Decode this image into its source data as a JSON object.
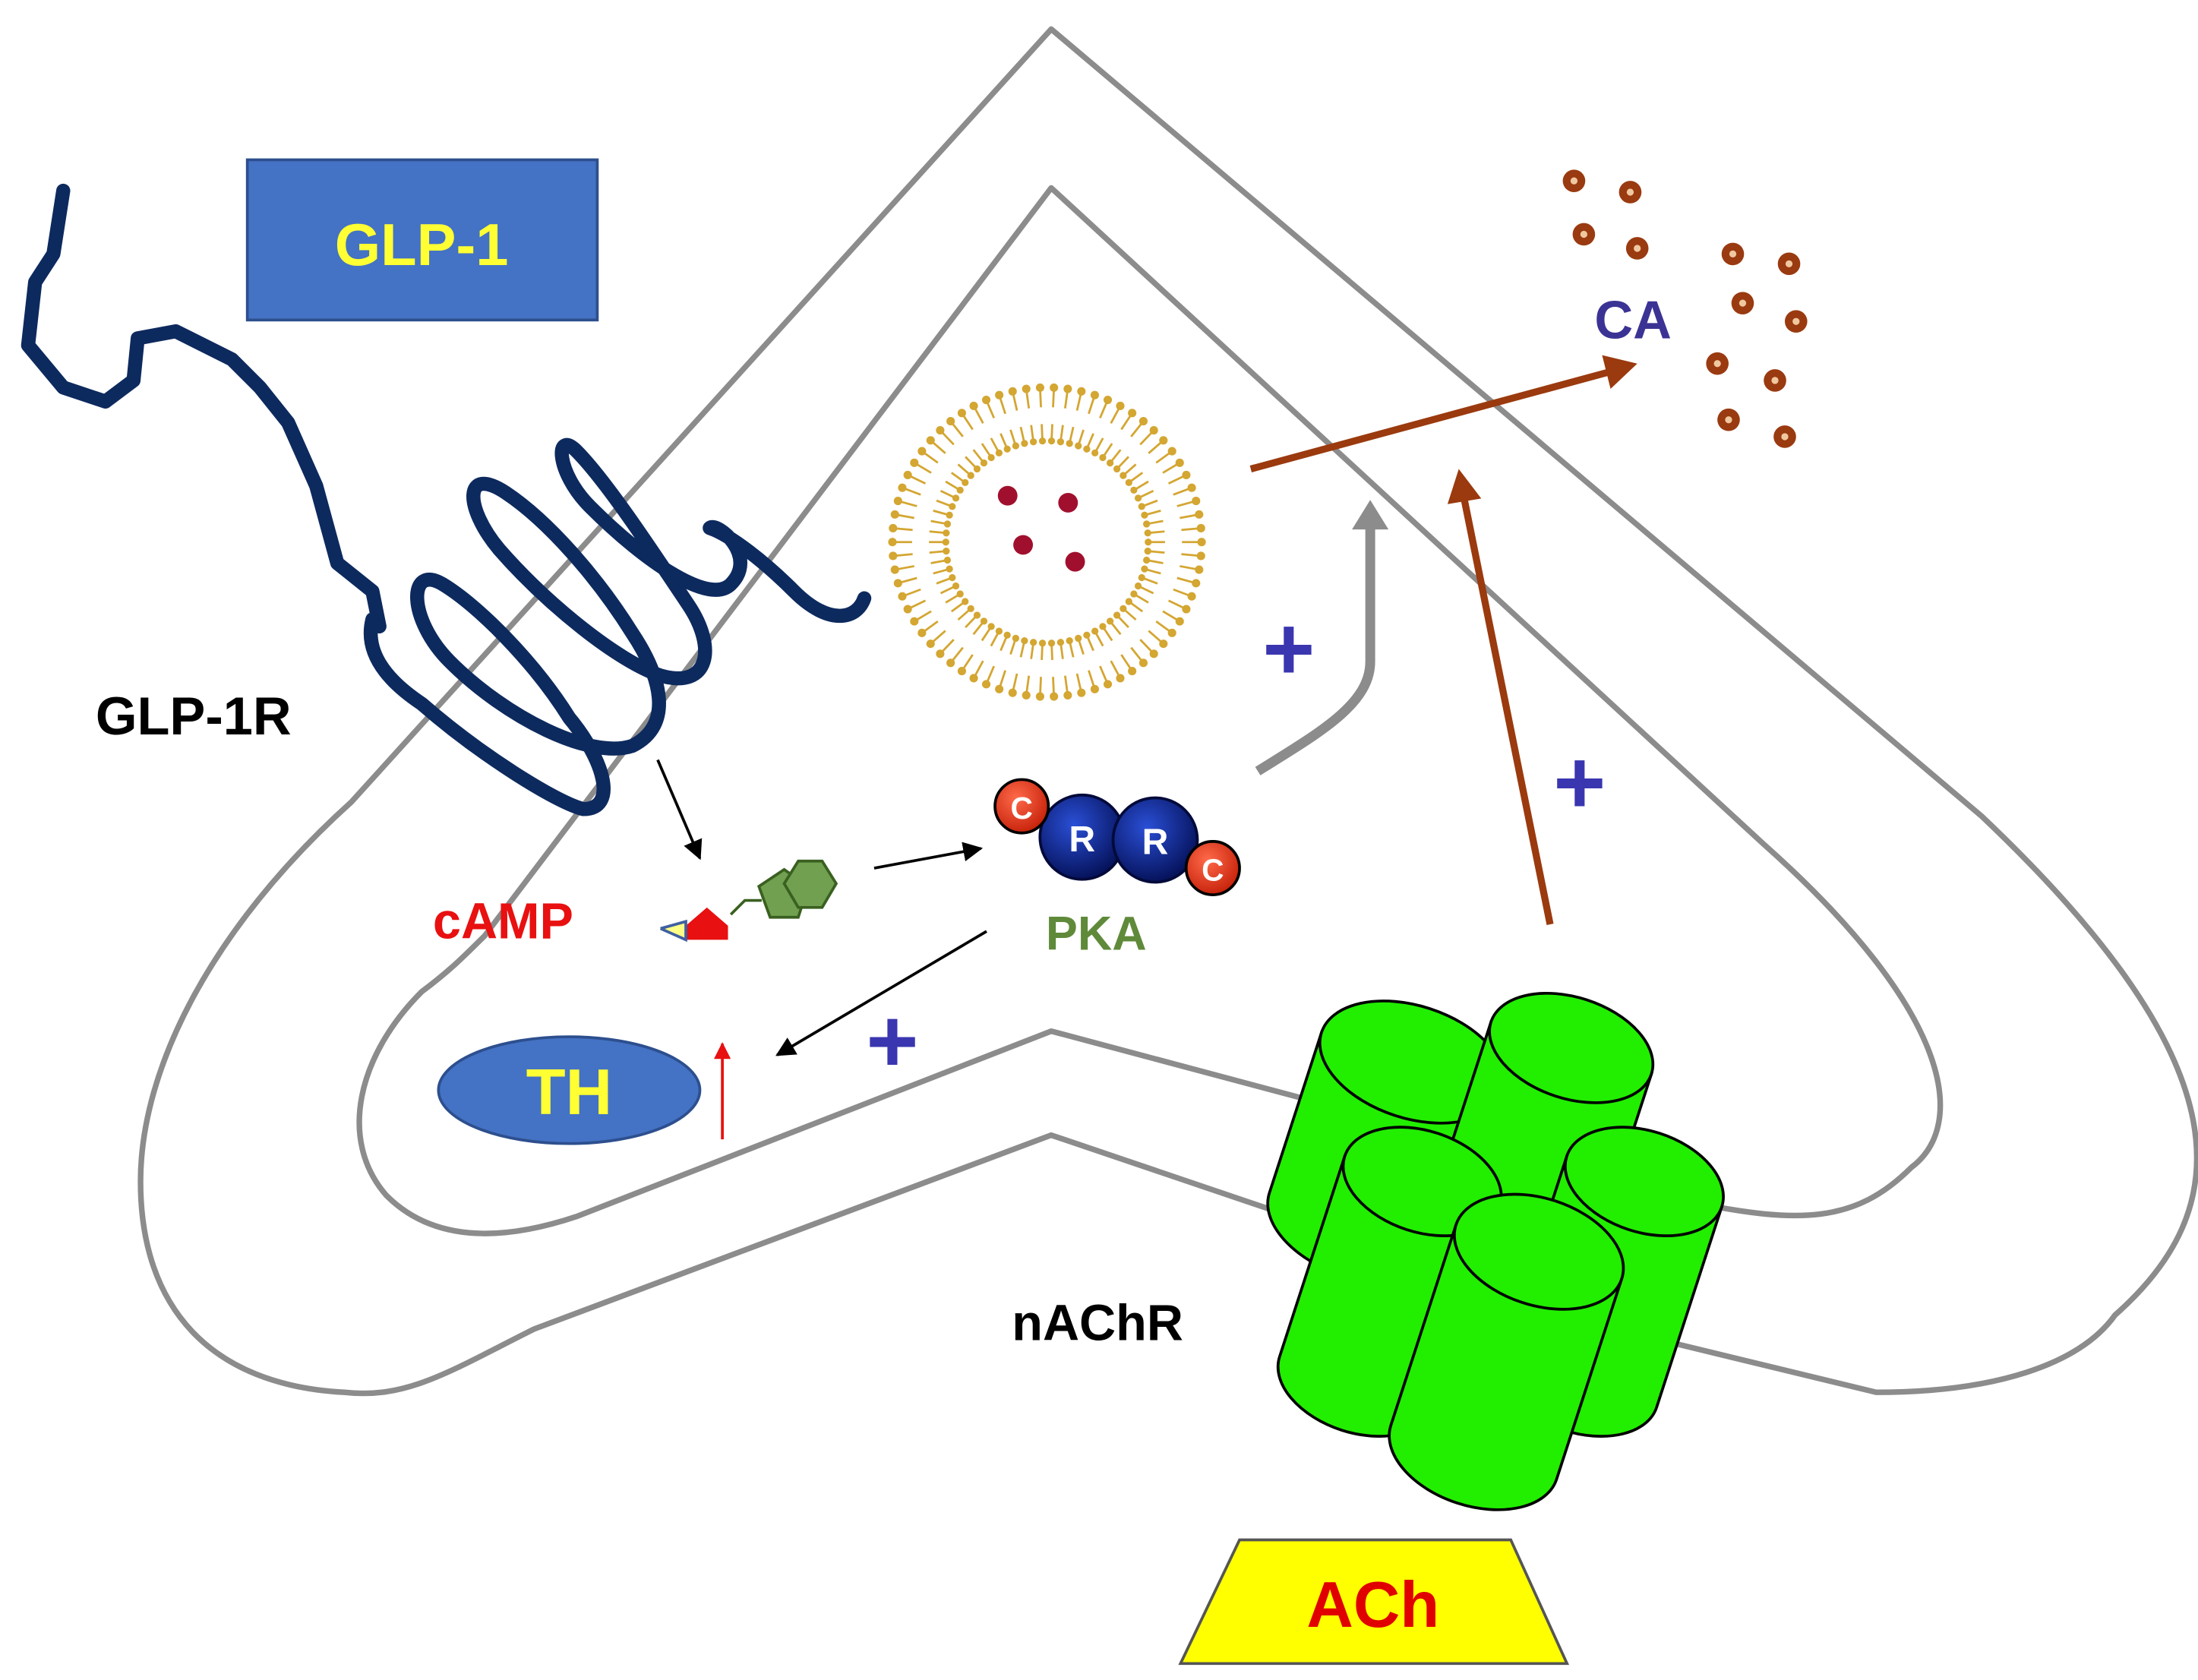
{
  "labels": {
    "glp1": "GLP-1",
    "glp1r": "GLP-1R",
    "camp": "cAMP",
    "pka": "PKA",
    "th": "TH",
    "ca": "CA",
    "nachr": "nAChR",
    "ach": "ACh",
    "plus": "+",
    "pka_c": "C",
    "pka_r": "R"
  },
  "colors": {
    "membrane": "#8c8c8c",
    "receptor": "#0d2a5e",
    "glp1_box": "#4472c4",
    "label_yellow": "#ffff33",
    "camp_red": "#e81010",
    "pka_green": "#5f8a3a",
    "ca_purple": "#3b3394",
    "plus_blue": "#3a36b0",
    "brown_arrow": "#9a3a0e",
    "granule": "#9a3a10",
    "vesicle": "#d4a632",
    "vesicle_content": "#a0102e",
    "channel_green": "#22ee00",
    "ach_yellow": "#ffff00",
    "ach_red": "#e00000",
    "pka_r_blue": "#0b1f88",
    "pka_c_red": "#e63a1e"
  },
  "icons": {
    "vesicle": "vesicle-icon",
    "camp_molecule": "camp-molecule-icon",
    "pka_complex": "pka-complex-icon",
    "nachr_channel": "ion-channel-icon",
    "receptor": "gpcr-receptor-icon"
  }
}
